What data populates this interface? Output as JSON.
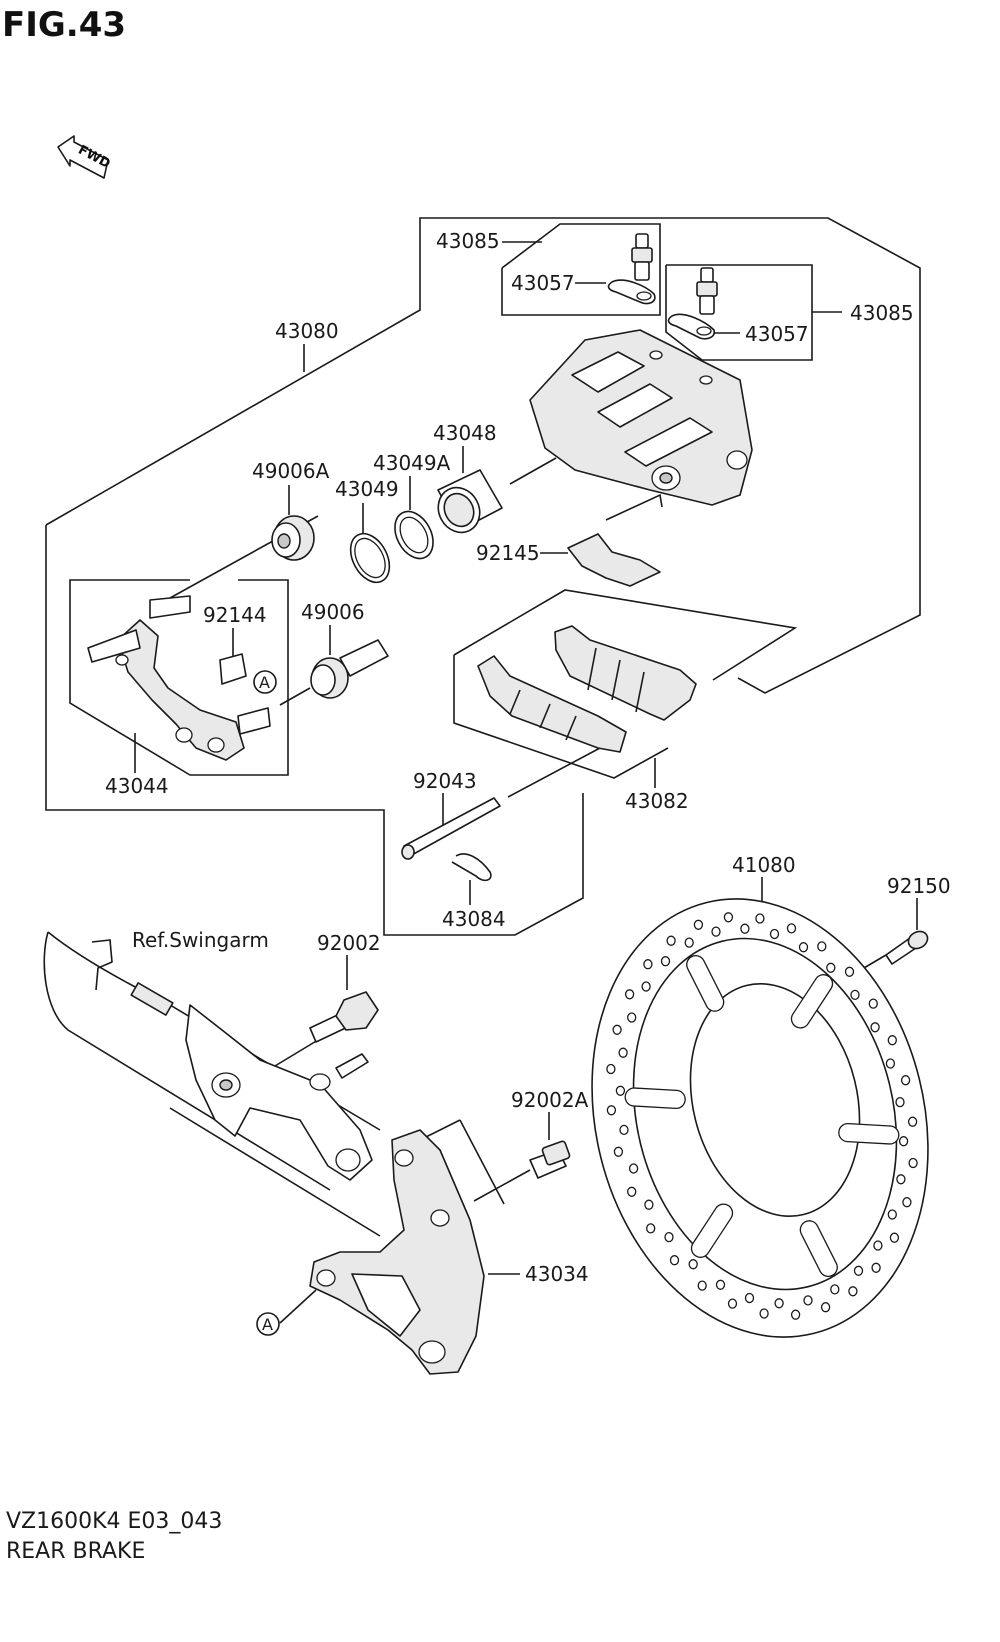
{
  "figure_title": "FIG.43",
  "fwd_text": "FWD",
  "reference_labels": {
    "swingarm": "Ref.Swingarm"
  },
  "ref_mark": "A",
  "footer": {
    "model_code": "VZ1600K4 E03_043",
    "section_name": "REAR BRAKE"
  },
  "part_numbers": {
    "p43085_top": "43085",
    "p43057_top": "43057",
    "p43085_right": "43085",
    "p43057_right": "43057",
    "p43080": "43080",
    "p43048": "43048",
    "p43049A": "43049A",
    "p49006A": "49006A",
    "p43049": "43049",
    "p92145": "92145",
    "p92144": "92144",
    "p49006": "49006",
    "p43044": "43044",
    "p92043": "92043",
    "p43082": "43082",
    "p43084": "43084",
    "p41080": "41080",
    "p92150": "92150",
    "p92002": "92002",
    "p92002A": "92002A",
    "p43034": "43034"
  }
}
